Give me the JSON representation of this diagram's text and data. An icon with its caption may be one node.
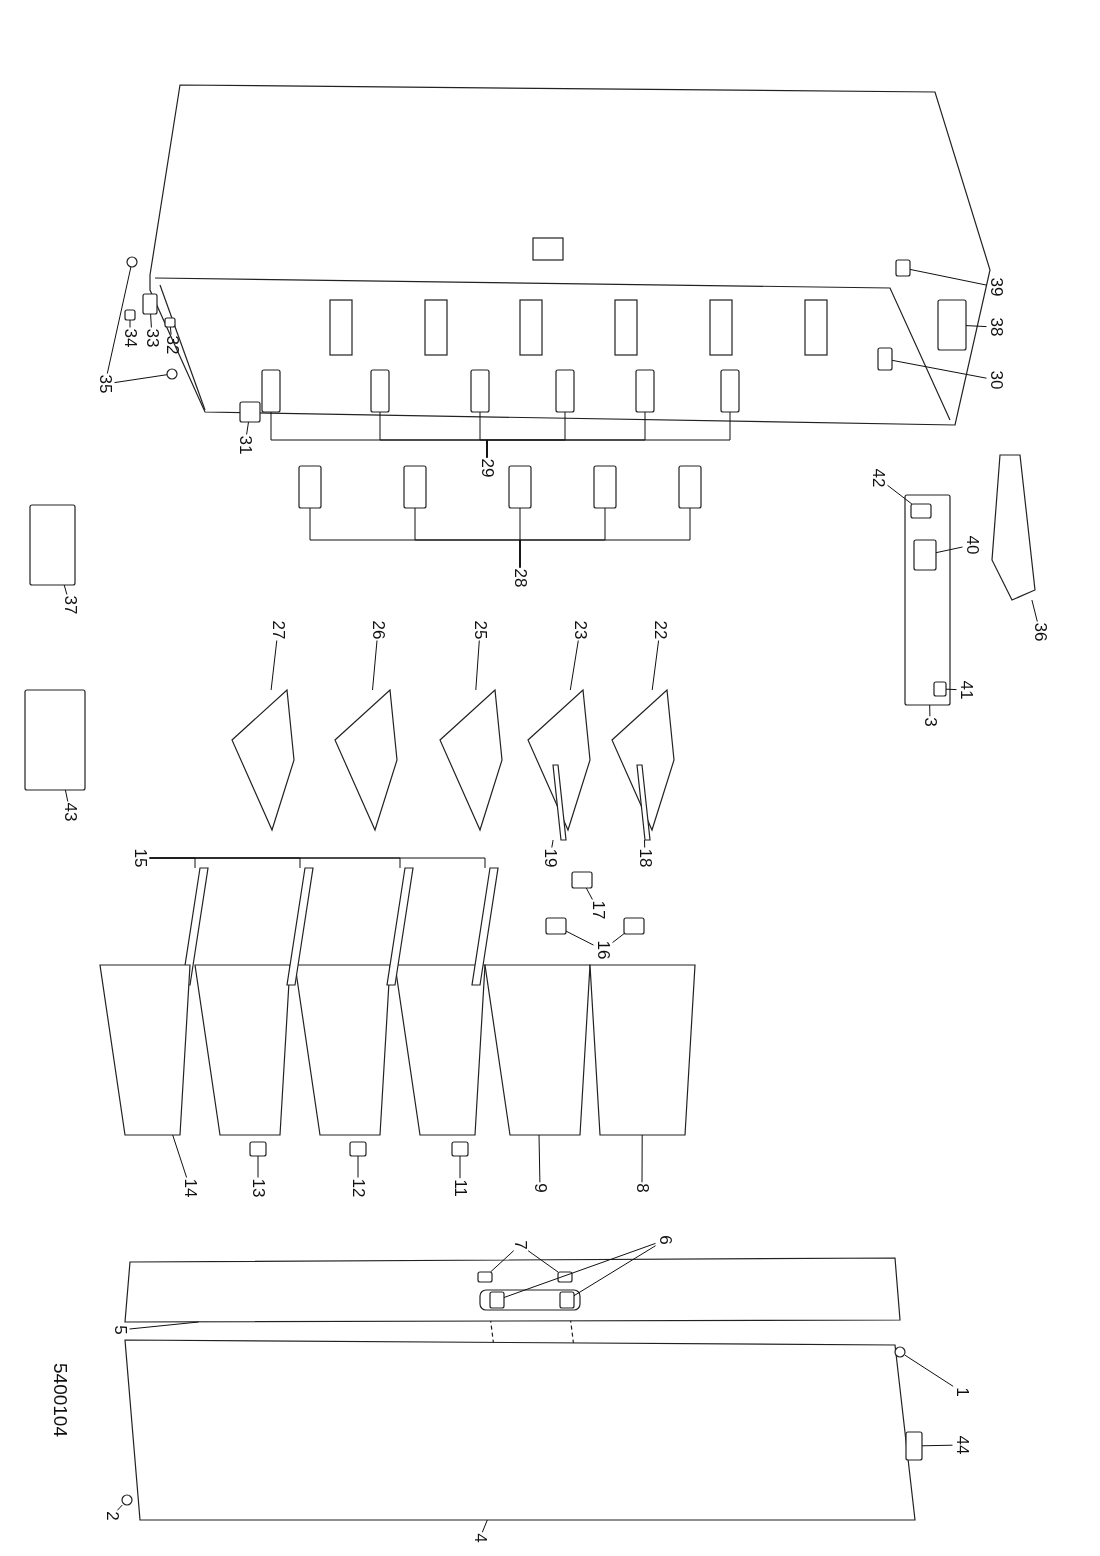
{
  "diagram": {
    "nodes": [
      {
        "text": [
          "39"
        ]
      },
      {
        "text": [
          "38"
        ]
      },
      {
        "text": [
          "35"
        ]
      },
      {
        "text": [
          "34"
        ]
      },
      {
        "text": [
          "33"
        ]
      },
      {
        "text": [
          "32"
        ]
      },
      {
        "text": [
          "30"
        ]
      },
      {
        "text": [
          "31"
        ]
      },
      {
        "text": [
          "29"
        ]
      },
      {
        "text": [
          "28"
        ]
      },
      {
        "text": [
          "42"
        ]
      },
      {
        "text": [
          "37"
        ]
      },
      {
        "text": [
          "27"
        ]
      },
      {
        "text": [
          "26"
        ]
      },
      {
        "text": [
          "25"
        ]
      },
      {
        "text": [
          "23"
        ]
      },
      {
        "text": [
          "22"
        ]
      },
      {
        "text": [
          "40"
        ]
      },
      {
        "text": [
          "36"
        ]
      },
      {
        "text": [
          "41"
        ]
      },
      {
        "text": [
          "3"
        ]
      },
      {
        "text": [
          "43"
        ]
      },
      {
        "text": [
          "15"
        ]
      },
      {
        "text": [
          "19"
        ]
      },
      {
        "text": [
          "18"
        ]
      },
      {
        "text": [
          "17"
        ]
      },
      {
        "text": [
          "16"
        ]
      },
      {
        "text": [
          "14"
        ]
      },
      {
        "text": [
          "13"
        ]
      },
      {
        "text": [
          "12"
        ]
      },
      {
        "text": [
          "11"
        ]
      },
      {
        "text": [
          "9"
        ]
      },
      {
        "text": [
          "8"
        ]
      },
      {
        "text": [
          "7"
        ]
      },
      {
        "text": [
          "6"
        ]
      },
      {
        "text": [
          "5"
        ]
      },
      {
        "text": [
          "1"
        ]
      },
      {
        "text": [
          "44"
        ]
      },
      {
        "text": [
          "2"
        ]
      },
      {
        "text": [
          "4"
        ]
      },
      {
        "text": [],
        "shape": "box"
      },
      {
        "text": [],
        "shape": "box"
      },
      {
        "text": [],
        "shape": "circle"
      },
      {
        "text": [],
        "shape": "circle"
      },
      {
        "text": [],
        "shape": "box"
      },
      {
        "text": [],
        "shape": "box"
      },
      {
        "text": [],
        "shape": "box"
      },
      {
        "text": [],
        "shape": "box"
      },
      {
        "text": [],
        "shape": "box"
      },
      {
        "text": [],
        "shape": "box"
      },
      {
        "text": [],
        "shape": "box"
      },
      {
        "text": [],
        "shape": "box"
      },
      {
        "text": [],
        "shape": "box"
      },
      {
        "text": [],
        "shape": "box"
      },
      {
        "text": [],
        "shape": "box"
      },
      {
        "text": [],
        "shape": "box"
      },
      {
        "text": [],
        "shape": "box"
      },
      {
        "text": [],
        "shape": "box"
      },
      {
        "text": [],
        "shape": "box"
      },
      {
        "text": [],
        "shape": "box"
      },
      {
        "text": [],
        "shape": "box"
      },
      {
        "text": [],
        "shape": "box",
        "in": 60
      },
      {
        "text": [],
        "shape": "box",
        "in": 60
      },
      {
        "text": [],
        "shape": "box",
        "in": 60
      },
      {
        "text": [],
        "shape": "box"
      },
      {
        "text": [],
        "shape": "box"
      },
      {
        "text": [],
        "shape": "box"
      },
      {
        "text": [],
        "shape": "box"
      },
      {
        "text": [],
        "shape": "box"
      },
      {
        "text": [],
        "shape": "box"
      },
      {
        "text": [],
        "shape": "box"
      },
      {
        "text": [],
        "shape": "box"
      },
      {
        "text": [],
        "shape": "box"
      },
      {
        "text": [],
        "shape": "box"
      },
      {
        "text": [],
        "shape": "box"
      },
      {
        "text": [],
        "shape": "box"
      },
      {
        "text": [],
        "shape": "box"
      },
      {
        "text": [],
        "shape": "box"
      },
      {
        "text": [],
        "shape": "box"
      },
      {
        "text": [],
        "shape": "box"
      },
      {
        "text": [],
        "shape": "box"
      },
      {
        "text": [],
        "shape": "box"
      },
      {
        "text": [],
        "shape": "box"
      },
      {
        "text": [],
        "shape": "box"
      },
      {
        "text": [],
        "shape": "box"
      },
      {
        "text": [],
        "shape": "box"
      },
      {
        "text": [],
        "shape": "box"
      },
      {
        "text": [],
        "shape": "box"
      },
      {
        "text": [],
        "shape": "box",
        "in": 87
      },
      {
        "text": [],
        "shape": "box",
        "in": 87
      },
      {
        "text": [],
        "shape": "box",
        "in": 87
      },
      {
        "text": [],
        "shape": "box",
        "in": 87
      },
      {
        "text": [],
        "shape": "box"
      },
      {
        "text": [],
        "shape": "circle"
      },
      {
        "text": [],
        "shape": "box",
        "in": 92
      },
      {
        "text": [],
        "shape": "circle"
      }
    ],
    "edges": [
      {
        "from": 0,
        "to": 40,
        "arrow": "none"
      },
      {
        "from": 1,
        "to": 41,
        "arrow": "none"
      },
      {
        "from": 2,
        "to": 42,
        "arrow": "none"
      },
      {
        "from": 2,
        "to": 43,
        "arrow": "none"
      },
      {
        "from": 3,
        "to": 44,
        "arrow": "none"
      },
      {
        "from": 4,
        "to": 45,
        "arrow": "none"
      },
      {
        "from": 5,
        "to": 46,
        "arrow": "none"
      },
      {
        "from": 6,
        "to": 47,
        "arrow": "none"
      },
      {
        "from": 7,
        "to": 48,
        "arrow": "none"
      },
      {
        "from": 8,
        "to": 49,
        "arrow": "none"
      },
      {
        "from": 8,
        "to": 50,
        "arrow": "none"
      },
      {
        "from": 8,
        "to": 51,
        "arrow": "none"
      },
      {
        "from": 8,
        "to": 52,
        "arrow": "none"
      },
      {
        "from": 8,
        "to": 53,
        "arrow": "none"
      },
      {
        "from": 8,
        "to": 54,
        "arrow": "none"
      },
      {
        "from": 9,
        "to": 55,
        "arrow": "none"
      },
      {
        "from": 9,
        "to": 56,
        "arrow": "none"
      },
      {
        "from": 9,
        "to": 57,
        "arrow": "none"
      },
      {
        "from": 9,
        "to": 58,
        "arrow": "none"
      },
      {
        "from": 9,
        "to": 59,
        "arrow": "none"
      },
      {
        "from": 10,
        "to": 61,
        "arrow": "none"
      },
      {
        "from": 11,
        "to": 64,
        "arrow": "none"
      },
      {
        "from": 12,
        "to": 65,
        "arrow": "none"
      },
      {
        "from": 13,
        "to": 66,
        "arrow": "none"
      },
      {
        "from": 14,
        "to": 67,
        "arrow": "none"
      },
      {
        "from": 15,
        "to": 68,
        "arrow": "none"
      },
      {
        "from": 16,
        "to": 69,
        "arrow": "none"
      },
      {
        "from": 17,
        "to": 62,
        "arrow": "none"
      },
      {
        "from": 18,
        "to": 70,
        "arrow": "none"
      },
      {
        "from": 19,
        "to": 63,
        "arrow": "none"
      },
      {
        "from": 20,
        "to": 60,
        "arrow": "none"
      },
      {
        "from": 21,
        "to": 71,
        "arrow": "none"
      },
      {
        "from": 22,
        "to": 72,
        "arrow": "none"
      },
      {
        "from": 22,
        "to": 73,
        "arrow": "none"
      },
      {
        "from": 22,
        "to": 74,
        "arrow": "none"
      },
      {
        "from": 22,
        "to": 75,
        "arrow": "none"
      },
      {
        "from": 23,
        "to": 76,
        "arrow": "none"
      },
      {
        "from": 24,
        "to": 77,
        "arrow": "none"
      },
      {
        "from": 25,
        "to": 78,
        "arrow": "none"
      },
      {
        "from": 26,
        "to": 79,
        "arrow": "none"
      },
      {
        "from": 26,
        "to": 80,
        "arrow": "none"
      },
      {
        "from": 27,
        "to": 81,
        "arrow": "none"
      },
      {
        "from": 28,
        "to": 82,
        "arrow": "none"
      },
      {
        "from": 29,
        "to": 83,
        "arrow": "none"
      },
      {
        "from": 30,
        "to": 84,
        "arrow": "none"
      },
      {
        "from": 31,
        "to": 85,
        "arrow": "none"
      },
      {
        "from": 32,
        "to": 86,
        "arrow": "none"
      },
      {
        "from": 33,
        "to": 88,
        "arrow": "none"
      },
      {
        "from": 33,
        "to": 89,
        "arrow": "none"
      },
      {
        "from": 34,
        "to": 90,
        "arrow": "none"
      },
      {
        "from": 34,
        "to": 91,
        "arrow": "none"
      },
      {
        "from": 35,
        "to": 87,
        "arrow": "none"
      },
      {
        "from": 36,
        "to": 93,
        "arrow": "none"
      },
      {
        "from": 37,
        "to": 94,
        "arrow": "none"
      },
      {
        "from": 38,
        "to": 95,
        "arrow": "none"
      },
      {
        "from": 39,
        "to": 92,
        "arrow": "none"
      }
    ],
    "labels": [
      "5400104"
    ]
  }
}
